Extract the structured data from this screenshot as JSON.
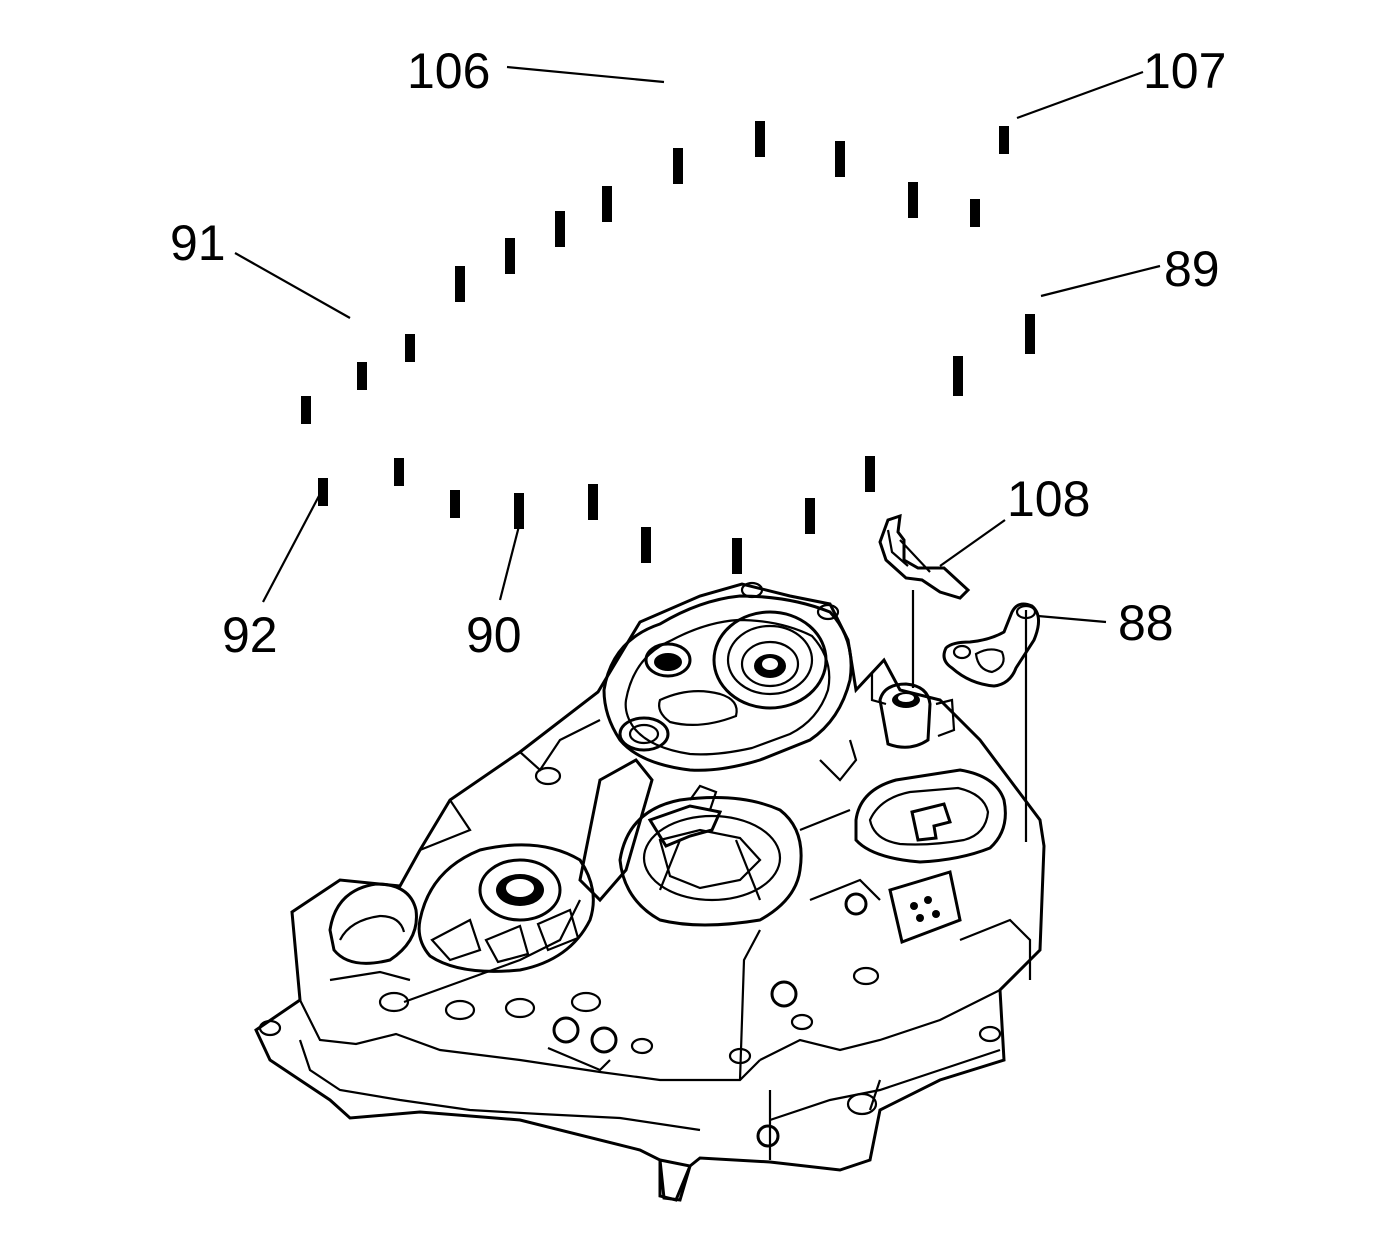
{
  "figure": {
    "callouts": {
      "c106": "106",
      "c107": "107",
      "c91": "91",
      "c89": "89",
      "c108": "108",
      "c88": "88",
      "c92": "92",
      "c90": "90"
    },
    "line_color": "#000000",
    "background": "#ffffff"
  }
}
